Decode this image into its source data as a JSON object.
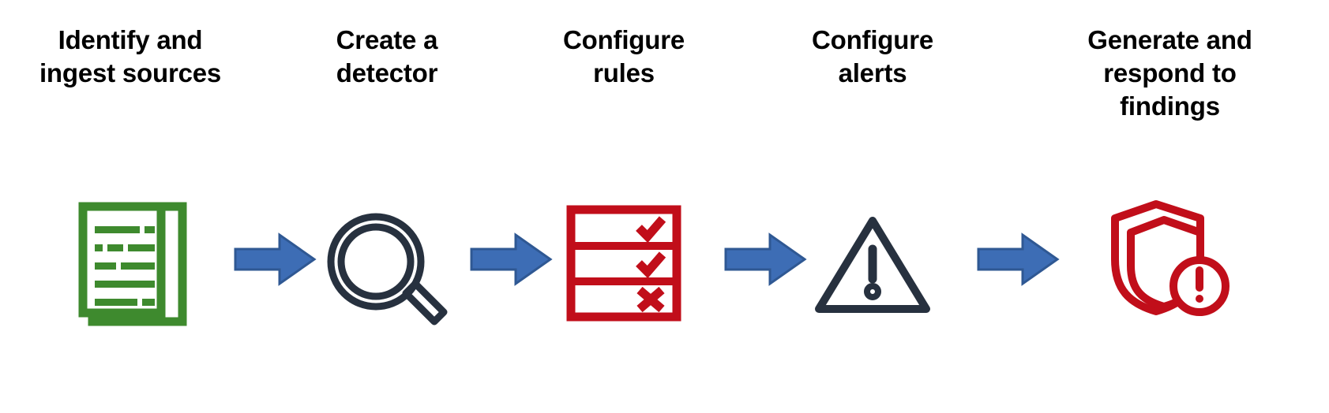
{
  "diagram": {
    "type": "process-flow",
    "title": "",
    "orientation": "horizontal",
    "background_color": "#ffffff",
    "step_count": 5,
    "connector": {
      "shape": "block-arrow",
      "count": 4,
      "fill_color": "#3D6DB5",
      "stroke_color": "#2F5893",
      "direction": "right"
    },
    "steps": [
      {
        "index": 1,
        "label": "Identify and\ningest sources",
        "label_lines": [
          "Identify and",
          "ingest sources"
        ],
        "icon_name": "documents-icon",
        "icon_color": "#3E8A2E",
        "icon_description": "Stacked documents with text lines"
      },
      {
        "index": 2,
        "label": "Create a\ndetector",
        "label_lines": [
          "Create a",
          "detector"
        ],
        "icon_name": "magnifier-icon",
        "icon_color": "#27313F",
        "icon_description": "Magnifying glass with double ring lens"
      },
      {
        "index": 3,
        "label": "Configure\nrules",
        "label_lines": [
          "Configure",
          "rules"
        ],
        "icon_name": "rules-table-icon",
        "icon_color": "#C10E1A",
        "icon_description": "Three row table with two check marks and one cross"
      },
      {
        "index": 4,
        "label": "Configure\nalerts",
        "label_lines": [
          "Configure",
          "alerts"
        ],
        "icon_name": "alert-triangle-icon",
        "icon_color": "#27313F",
        "icon_description": "Warning triangle with exclamation mark"
      },
      {
        "index": 5,
        "label": "Generate and\nrespond to\nfindings",
        "label_lines": [
          "Generate and",
          "respond to",
          "findings"
        ],
        "icon_name": "shield-alert-icon",
        "icon_color": "#C10E1A",
        "icon_description": "Shield outline with exclamation badge"
      }
    ]
  },
  "colors": {
    "text": "#000000",
    "green": "#3E8A2E",
    "navy": "#27313F",
    "red": "#C10E1A",
    "blue": "#3D6DB5",
    "blue_stroke": "#2F5893"
  }
}
